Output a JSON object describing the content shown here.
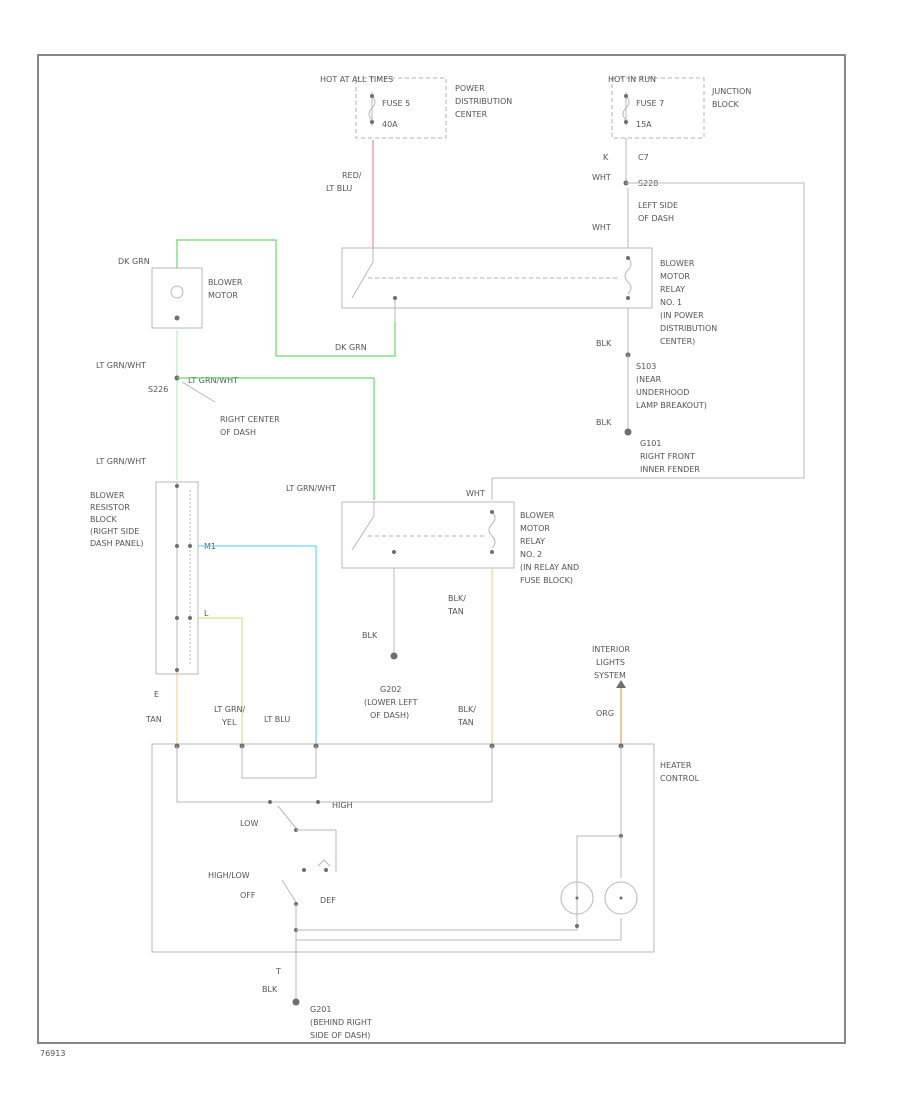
{
  "colors": {
    "red": "#e88a9a",
    "green": "#66dd66",
    "light_green": "#b6f0b6",
    "cyan": "#66ddee",
    "yellow_green": "#c8ee88",
    "tan": "#f2d49a",
    "orange": "#f2a04a",
    "frame": "#888888",
    "wire": "#b8b8b8"
  },
  "labels": {
    "hot_at_all_times": "HOT AT ALL TIMES",
    "fuse5": "FUSE 5",
    "fuse5_rating": "40A",
    "power_dist_center": [
      "POWER",
      "DISTRIBUTION",
      "CENTER"
    ],
    "hot_in_run": "HOT IN RUN",
    "fuse7": "FUSE 7",
    "fuse7_rating": "15A",
    "junction_block": [
      "JUNCTION",
      "BLOCK"
    ],
    "red_wire": "RED/",
    "lt_blu_wire": "LT BLU",
    "pin_k": "K",
    "pin_c7": "C7",
    "wht1": "WHT",
    "s228": "S228",
    "left_side_dash": [
      "LEFT SIDE",
      "OF DASH"
    ],
    "wht2": "WHT",
    "blower_motor_relay_1": [
      "BLOWER",
      "MOTOR",
      "RELAY",
      "NO. 1",
      "(IN POWER",
      "DISTRIBUTION",
      "CENTER)"
    ],
    "dk_grn1": "DK GRN",
    "blower_motor": [
      "BLOWER",
      "MOTOR"
    ],
    "dk_grn2": "DK GRN",
    "blk1": "BLK",
    "s103": [
      "S103",
      "(NEAR",
      "UNDERHOOD",
      "LAMP BREAKOUT)"
    ],
    "lt_grn_wht1": "LT GRN/WHT",
    "s226": "S226",
    "lt_grn_wht2": "LT GRN/WHT",
    "right_center_dash": [
      "RIGHT CENTER",
      "OF DASH"
    ],
    "blk2": "BLK",
    "g101": [
      "G101",
      "RIGHT FRONT",
      "INNER FENDER"
    ],
    "lt_grn_wht3": "LT GRN/WHT",
    "lt_grn_wht4": "LT GRN/WHT",
    "wht3": "WHT",
    "blower_resistor_block": [
      "BLOWER",
      "RESISTOR",
      "BLOCK",
      "(RIGHT SIDE",
      "DASH PANEL)"
    ],
    "pin_m1": "M1",
    "pin_l": "L",
    "blower_motor_relay_2": [
      "BLOWER",
      "MOTOR",
      "RELAY",
      "NO. 2",
      "(IN RELAY AND",
      "FUSE BLOCK)"
    ],
    "blk_tan1": [
      "BLK/",
      "TAN"
    ],
    "blk3": "BLK",
    "pin_e": "E",
    "interior_lights": [
      "INTERIOR",
      "LIGHTS",
      "SYSTEM"
    ],
    "g202": [
      "G202",
      "(LOWER LEFT",
      "OF DASH)"
    ],
    "tan": "TAN",
    "lt_grn_yel": [
      "LT GRN/",
      "YEL"
    ],
    "lt_blu": "LT BLU",
    "blk_tan2": [
      "BLK/",
      "TAN"
    ],
    "org": "ORG",
    "heater_control": [
      "HEATER",
      "CONTROL"
    ],
    "high": "HIGH",
    "low": "LOW",
    "high_low": "HIGH/LOW",
    "off": "OFF",
    "def": "DEF",
    "pin_t": "T",
    "blk4": "BLK",
    "g201": [
      "G201",
      "(BEHIND RIGHT",
      "SIDE OF DASH)"
    ],
    "figure_id": "76913"
  }
}
